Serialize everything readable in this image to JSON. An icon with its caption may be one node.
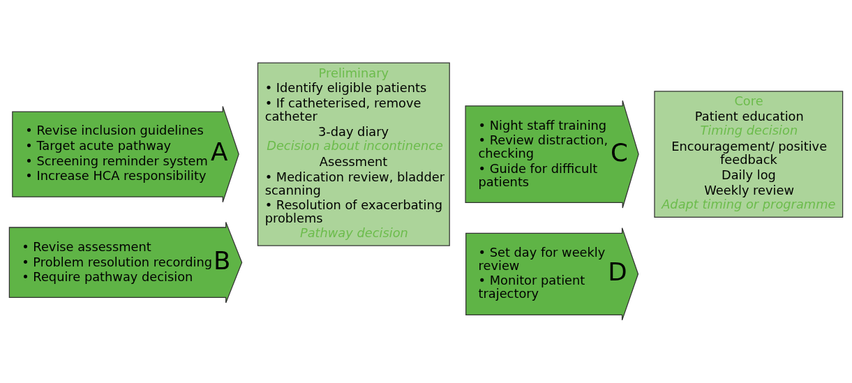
{
  "diagram": {
    "nodes": [
      {
        "text": [
          "• Revise inclusion guidelines",
          "• Target acute pathway",
          "• Screening reminder system",
          "• Increase HCA responsibility",
          "A"
        ]
      },
      {
        "text": [
          "• Revise assessment",
          "• Problem resolution recording",
          "• Require pathway decision",
          "B"
        ]
      },
      {
        "text": [
          "Preliminary",
          "• Identify eligible patients",
          "• If catheterised, remove catheter",
          "3-day diary",
          "Decision about incontinence",
          "Asessment",
          "• Medication review, bladder scanning",
          "• Resolution of exacerbating problems",
          "Pathway decision"
        ]
      },
      {
        "text": [
          "• Night staff training",
          "• Review distraction, checking",
          "• Guide for difficult patients",
          "C"
        ]
      },
      {
        "text": [
          "• Set day for weekly review",
          "• Monitor patient trajectory",
          "D"
        ]
      },
      {
        "text": [
          "Core",
          "Patient education",
          "Timing decision",
          "Encouragement/ positive feedback",
          "Daily log",
          "Weekly review",
          "Adapt timing or programme"
        ]
      }
    ]
  }
}
